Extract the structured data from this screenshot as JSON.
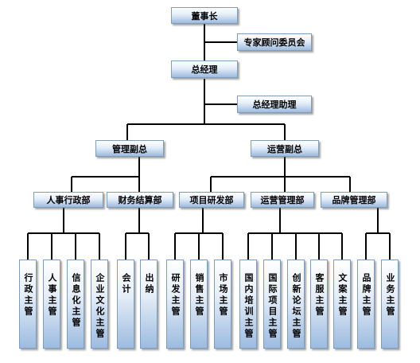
{
  "chairman": "董事长",
  "advisory_committee": "专家顾问委员会",
  "general_manager": "总经理",
  "gm_assistant": "总经理助理",
  "deputies": [
    "管理副总",
    "运营副总"
  ],
  "departments": [
    "人事行政部",
    "财务结算部",
    "项目研发部",
    "运营管理部",
    "品牌管理部"
  ],
  "managers": [
    "行政主管",
    "人事主管",
    "信息化主管",
    "企业文化主管",
    "会计",
    "出纳",
    "研发主管",
    "销售主管",
    "市场主管",
    "国内培训主管",
    "国际项目主管",
    "创新论坛主管",
    "客服主管",
    "文案主管",
    "品牌主管",
    "业务主管"
  ]
}
